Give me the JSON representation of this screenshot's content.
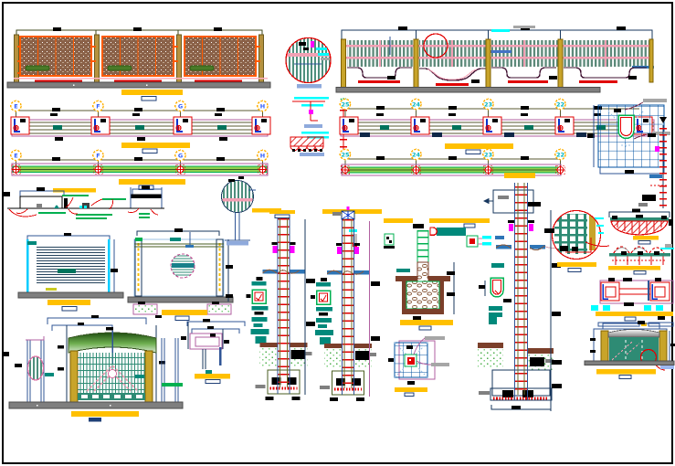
{
  "sheet": {
    "type": "CAD fence and gate construction details sheet",
    "background": "#ffffff",
    "border_color": "#000000"
  },
  "markers": {
    "left_top": [
      "E",
      "F",
      "G",
      "H"
    ],
    "left_mid": [
      "E",
      "F",
      "G",
      "H"
    ],
    "right_top": [
      "25",
      "24",
      "23",
      "22"
    ],
    "right_mid": [
      "25",
      "24",
      "23",
      "22"
    ]
  },
  "colors": {
    "title_bar_yellow": "#ffc000",
    "subtitle_bar_lavender": "#8faadc",
    "panel_brown": "#8a6148",
    "frame_orange": "#ff5a00",
    "post_gold": "#c8a42a",
    "picket_teal": "#5d8a7a",
    "rail_pink": "#f2a0b4",
    "dim_blue": "#17375e",
    "dim_red": "#e00000",
    "plan_purple": "#b05fa0",
    "grass_green": "#92d050",
    "teal_label": "#00897b",
    "ground_gray": "#7f7f7f",
    "marker_letter_blue": "#2e5eff",
    "marker_number_teal": "#00b4c0",
    "magenta": "#ff00ff",
    "cyan": "#00ffff"
  }
}
